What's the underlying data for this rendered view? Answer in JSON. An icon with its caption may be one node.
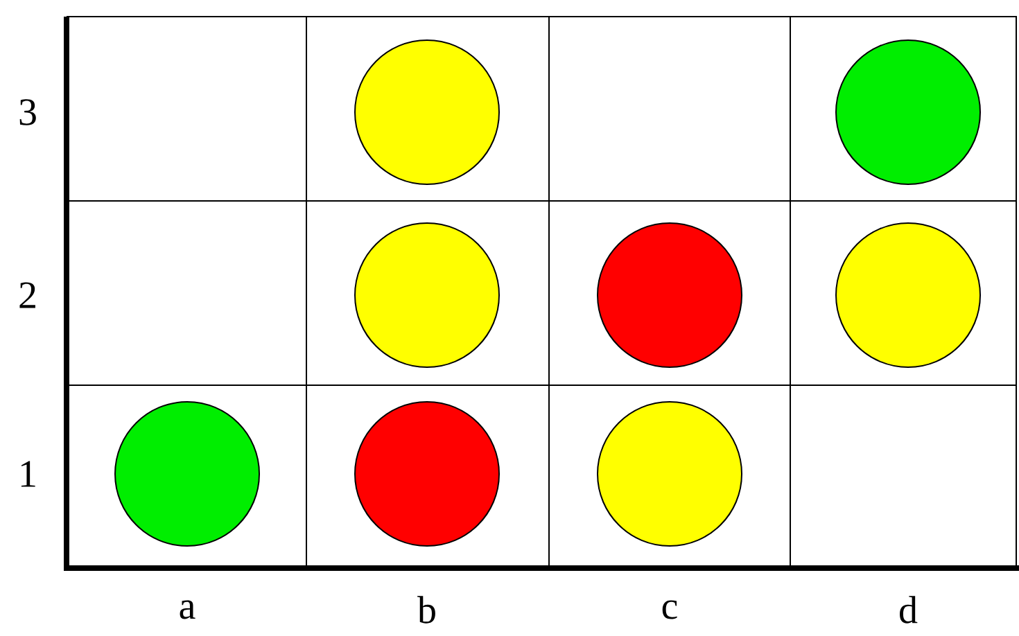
{
  "diagram": {
    "nodes": [
      {
        "text": [],
        "shape": "circle"
      },
      {
        "text": [],
        "shape": "circle"
      },
      {
        "text": [],
        "shape": "circle"
      },
      {
        "text": [],
        "shape": "circle"
      },
      {
        "text": [],
        "shape": "circle"
      },
      {
        "text": [],
        "shape": "circle"
      },
      {
        "text": [],
        "shape": "circle"
      },
      {
        "text": [],
        "shape": "circle"
      }
    ],
    "labels": [
      "3",
      "2",
      "1",
      "a",
      "b",
      "c",
      "d"
    ]
  }
}
